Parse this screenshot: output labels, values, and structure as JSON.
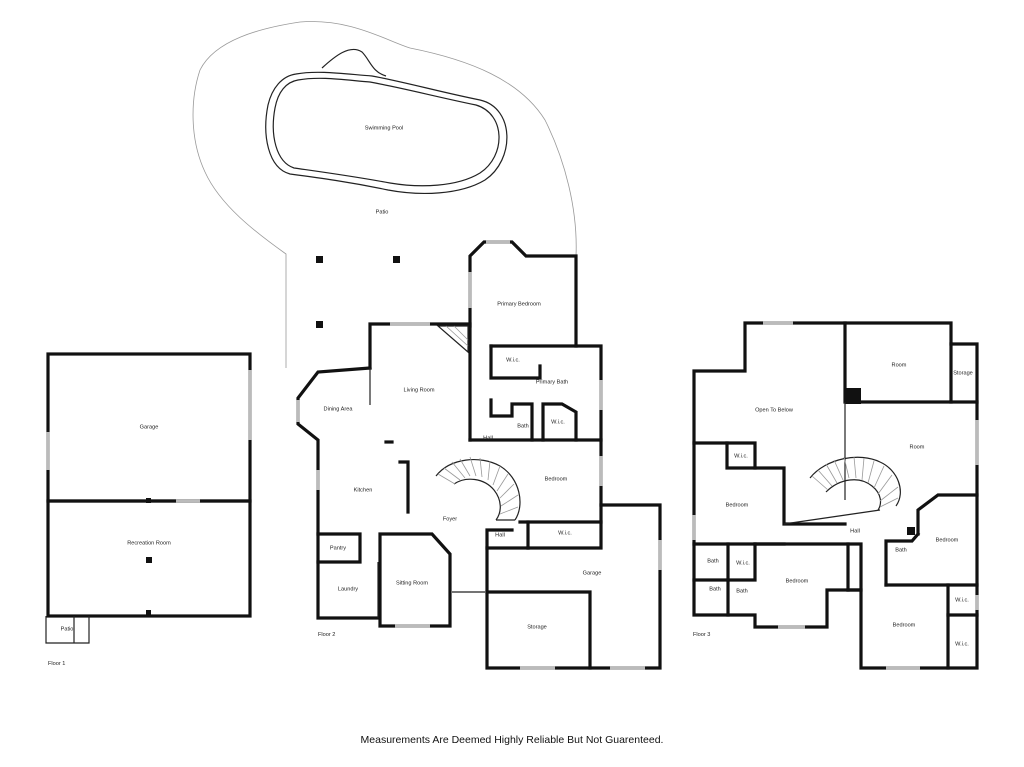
{
  "floor1": {
    "title": "Floor 1",
    "rooms": {
      "garage": "Garage",
      "recreation": "Recreation Room",
      "patio": "Patio"
    }
  },
  "floor2": {
    "title": "Floor 2",
    "rooms": {
      "pool": "Swimming Pool",
      "patio": "Patio",
      "primary_bedroom": "Primary Bedroom",
      "wic_primary": "W.i.c.",
      "primary_bath": "Primary Bath",
      "bath": "Bath",
      "wic_bath": "W.i.c.",
      "hall_upper": "Hall",
      "dining": "Dining Area",
      "living": "Living Room",
      "kitchen": "Kitchen",
      "foyer": "Foyer",
      "bedroom": "Bedroom",
      "hall_lower": "Hall",
      "wic_bedroom": "W.i.c.",
      "pantry": "Pantry",
      "laundry": "Laundry",
      "sitting": "Sitting Room",
      "garage": "Garage",
      "storage": "Storage"
    }
  },
  "floor3": {
    "title": "Floor 3",
    "rooms": {
      "open_to_below": "Open To Below",
      "room_top": "Room",
      "storage": "Storage",
      "room_right": "Room",
      "wic_upper": "W.i.c.",
      "bedroom_left": "Bedroom",
      "hall": "Hall",
      "bath_right": "Bath",
      "bedroom_right": "Bedroom",
      "bath_left": "Bath",
      "wic_mid": "W.i.c.",
      "bedroom_mid": "Bedroom",
      "bath_low1": "Bath",
      "bath_low2": "Bath",
      "wic_right1": "W.i.c.",
      "bedroom_bottom": "Bedroom",
      "wic_right2": "W.i.c."
    }
  },
  "footer": {
    "disclaimer": "Measurements Are Deemed Highly Reliable But Not Guarenteed."
  }
}
